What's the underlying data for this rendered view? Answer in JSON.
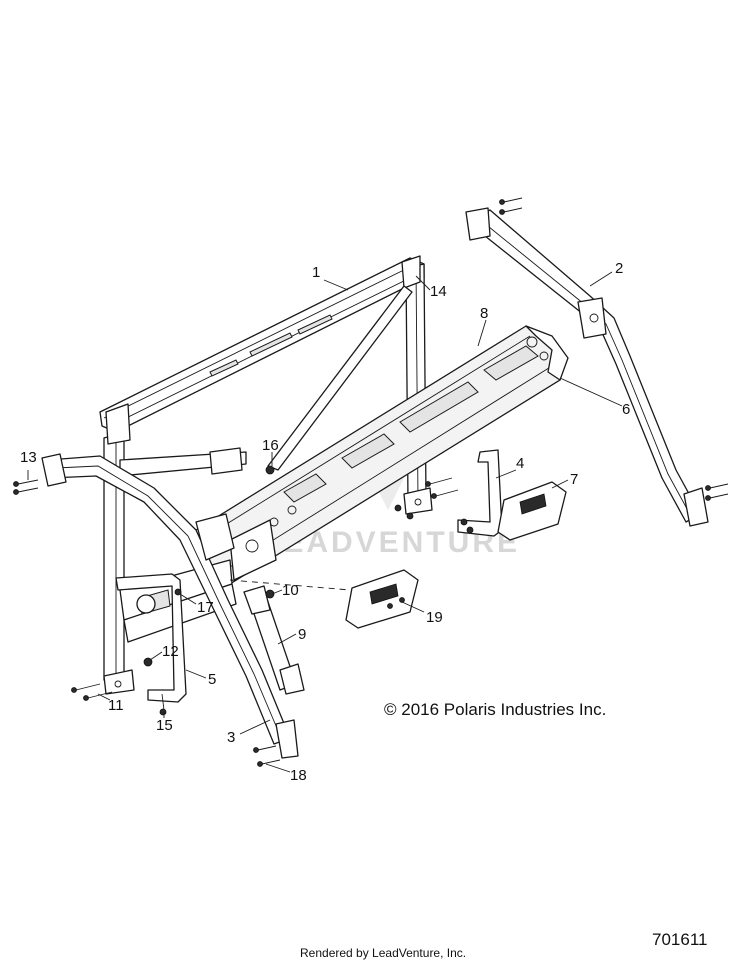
{
  "copyright": "© 2016 Polaris Industries Inc.",
  "footer": "Rendered by LeadVenture, Inc.",
  "drawing_number": "701611",
  "watermark": "LEADVENTURE",
  "callouts": [
    "1",
    "2",
    "3",
    "4",
    "5",
    "6",
    "7",
    "8",
    "9",
    "10",
    "11",
    "12",
    "13",
    "14",
    "15",
    "16",
    "17",
    "18",
    "19"
  ]
}
